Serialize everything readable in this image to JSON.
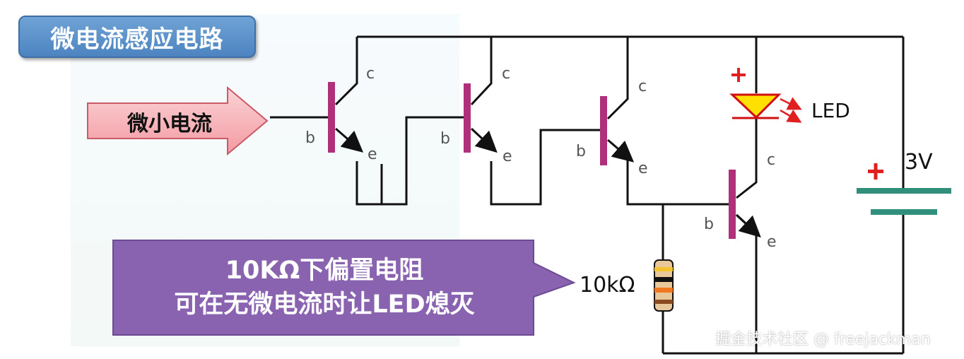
{
  "title": "微电流感应电路",
  "input_arrow": {
    "label": "微小电流"
  },
  "transistors": [
    {
      "base": "b",
      "collector": "c",
      "emitter": "e"
    },
    {
      "base": "b",
      "collector": "c",
      "emitter": "e"
    },
    {
      "base": "b",
      "collector": "c",
      "emitter": "e"
    },
    {
      "base": "b",
      "collector": "c",
      "emitter": "e"
    }
  ],
  "led": {
    "label": "LED",
    "polarity": "+"
  },
  "battery": {
    "voltage": "3V",
    "polarity": "+"
  },
  "resistor": {
    "value": "10kΩ"
  },
  "callout": {
    "line1": "10KΩ下偏置电阻",
    "line2": "可在无微电流时让LED熄灭"
  },
  "watermark": "掘金技术社区 @ freejackman",
  "colors": {
    "wire": "#111111",
    "transistor": "#b0307a",
    "led": "#ffe000",
    "plus": "#e02020",
    "battery": "#2f8f7a",
    "callout": "#8a63b0",
    "title_bg": "#5a8fc8",
    "arrow": "#f3aab0"
  }
}
